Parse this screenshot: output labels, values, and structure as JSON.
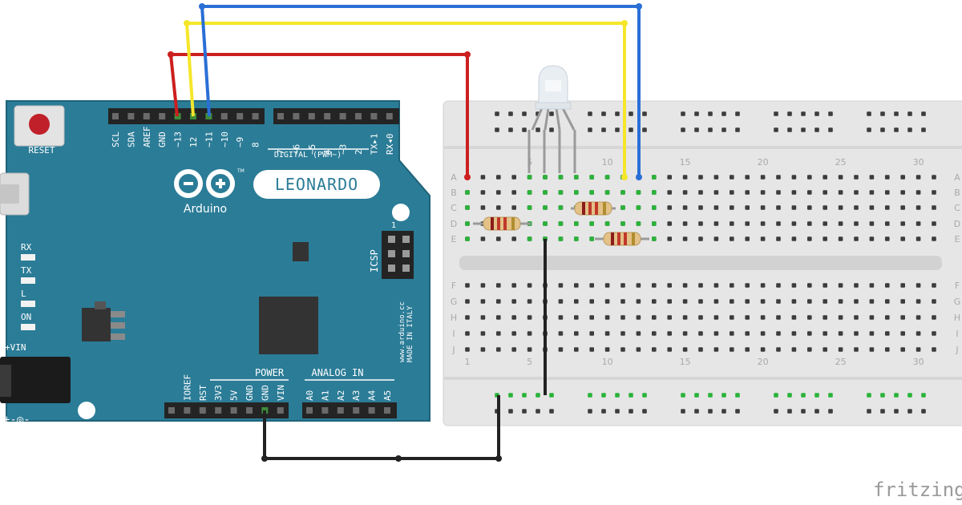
{
  "arduino": {
    "reset_label": "RESET",
    "brand": "Arduino",
    "model": "LEONARDO",
    "tm": "TM",
    "icsp": "ICSP",
    "icsp_pin1": "1",
    "digital_label": "DIGITAL (PWM~)",
    "power_label": "POWER",
    "analog_label": "ANALOG IN",
    "website": "www.arduino.cc",
    "made_in": "MADE IN ITALY",
    "vin_label": "+VIN",
    "leds": [
      "RX",
      "TX",
      "L",
      "ON"
    ],
    "top_pins_left": [
      "SCL",
      "SDA",
      "AREF",
      "GND",
      "~13",
      "12",
      "~11",
      "~10",
      "~9",
      "8"
    ],
    "top_pins_right": [
      "7",
      "~6",
      "~5",
      "4",
      "~3",
      "2",
      "TX▸1",
      "RX◂0"
    ],
    "power_pins": [
      "IOREF",
      "RST",
      "3V3",
      "5V",
      "GND",
      "GND",
      "VIN"
    ],
    "analog_pins": [
      "A0",
      "A1",
      "A2",
      "A3",
      "A4",
      "A5"
    ]
  },
  "breadboard": {
    "rows_top": [
      "A",
      "B",
      "C",
      "D",
      "E"
    ],
    "rows_bottom": [
      "F",
      "G",
      "H",
      "I",
      "J"
    ],
    "col_labels": [
      "1",
      "5",
      "10",
      "15",
      "20",
      "25",
      "30"
    ]
  },
  "wires": {
    "red": "#cc1f1f",
    "yellow": "#f5e62a",
    "blue": "#2a6fd6",
    "black": "#222222"
  },
  "colors": {
    "board": "#2b7c97",
    "board_edge": "#1f6379",
    "breadboard": "#e8e8e8",
    "hole_active": "#29b339"
  },
  "watermark": "fritzing"
}
